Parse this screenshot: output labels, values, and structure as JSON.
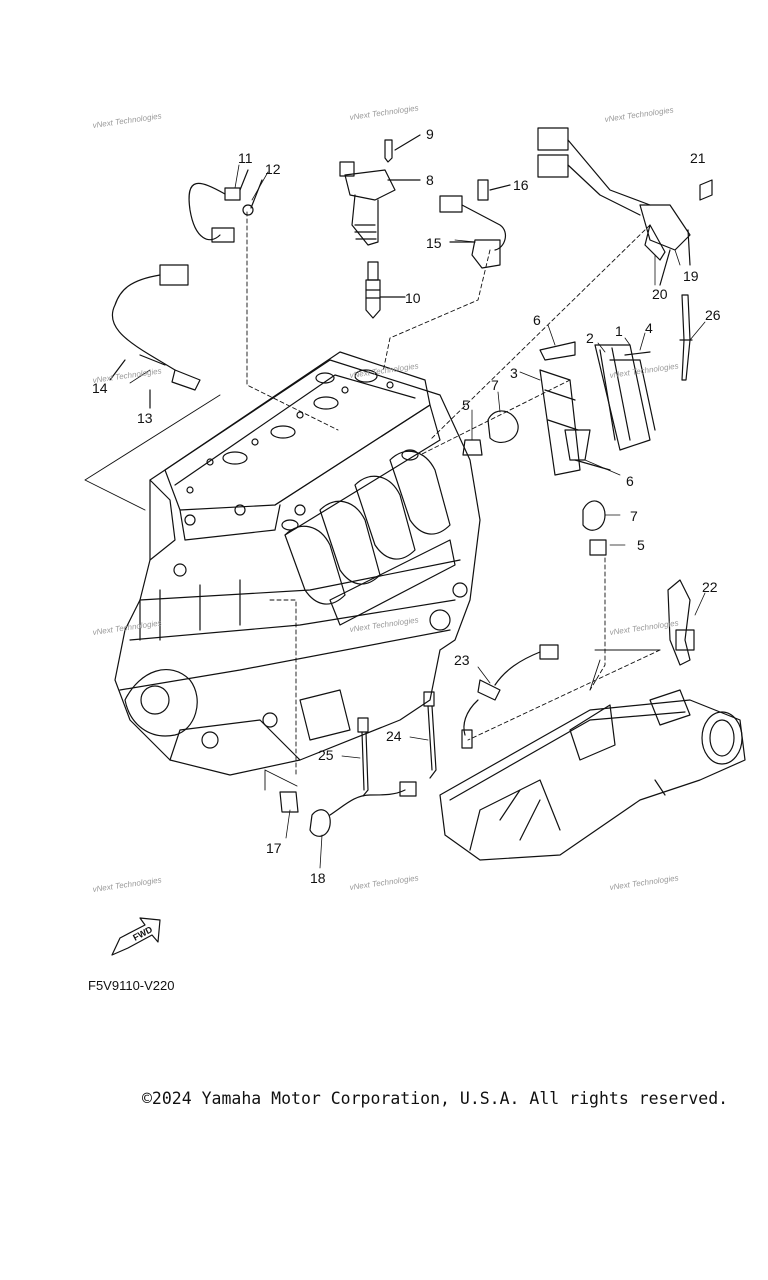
{
  "diagram": {
    "callouts": [
      {
        "id": "1",
        "text": "1"
      },
      {
        "id": "2",
        "text": "2"
      },
      {
        "id": "3",
        "text": "3"
      },
      {
        "id": "4",
        "text": "4"
      },
      {
        "id": "5a",
        "text": "5"
      },
      {
        "id": "5b",
        "text": "5"
      },
      {
        "id": "6a",
        "text": "6"
      },
      {
        "id": "6b",
        "text": "6"
      },
      {
        "id": "7a",
        "text": "7"
      },
      {
        "id": "7b",
        "text": "7"
      },
      {
        "id": "8",
        "text": "8"
      },
      {
        "id": "9",
        "text": "9"
      },
      {
        "id": "10",
        "text": "10"
      },
      {
        "id": "11",
        "text": "11"
      },
      {
        "id": "12",
        "text": "12"
      },
      {
        "id": "13",
        "text": "13"
      },
      {
        "id": "14",
        "text": "14"
      },
      {
        "id": "15",
        "text": "15"
      },
      {
        "id": "16",
        "text": "16"
      },
      {
        "id": "17",
        "text": "17"
      },
      {
        "id": "18",
        "text": "18"
      },
      {
        "id": "19",
        "text": "19"
      },
      {
        "id": "20",
        "text": "20"
      },
      {
        "id": "21",
        "text": "21"
      },
      {
        "id": "22",
        "text": "22"
      },
      {
        "id": "23",
        "text": "23"
      },
      {
        "id": "24",
        "text": "24"
      },
      {
        "id": "25",
        "text": "25"
      },
      {
        "id": "26",
        "text": "26"
      }
    ],
    "watermark": "vNext Technologies",
    "fwd_label": "FWD",
    "reference_code": "F5V9110-V220"
  },
  "footer": {
    "copyright": "©2024 Yamaha Motor Corporation, U.S.A. All rights reserved."
  }
}
